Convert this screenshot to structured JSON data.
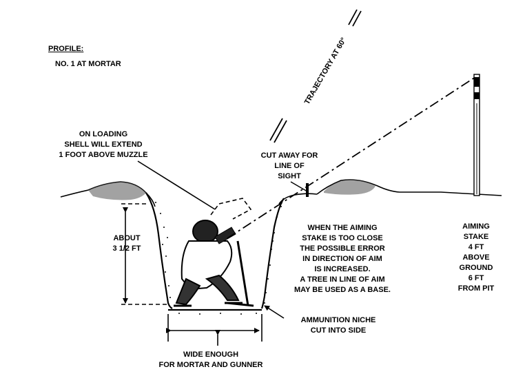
{
  "diagram": {
    "profile_heading": "PROFILE:",
    "subheading": "NO. 1 AT MORTAR",
    "trajectory_label": "TRAJECTORY AT 60°",
    "loading_note": [
      "ON LOADING",
      "SHELL WILL EXTEND",
      "1 FOOT ABOVE MUZZLE"
    ],
    "cut_away_note": [
      "CUT AWAY FOR",
      "LINE OF",
      "SIGHT"
    ],
    "depth_note": [
      "ABOUT",
      "3 1/2 FT"
    ],
    "aiming_warning": [
      "WHEN THE AIMING",
      "STAKE IS TOO CLOSE",
      "THE POSSIBLE ERROR",
      "IN DIRECTION OF AIM",
      "IS INCREASED.",
      "A TREE IN LINE OF AIM",
      "MAY BE USED AS A BASE."
    ],
    "aiming_stake_note": [
      "AIMING",
      "STAKE",
      "4 FT",
      "ABOVE",
      "GROUND",
      "6 FT",
      "FROM PIT"
    ],
    "ammo_note": [
      "AMMUNITION NICHE",
      "CUT INTO SIDE"
    ],
    "width_note": [
      "WIDE ENOUGH",
      "FOR MORTAR AND GUNNER"
    ]
  }
}
